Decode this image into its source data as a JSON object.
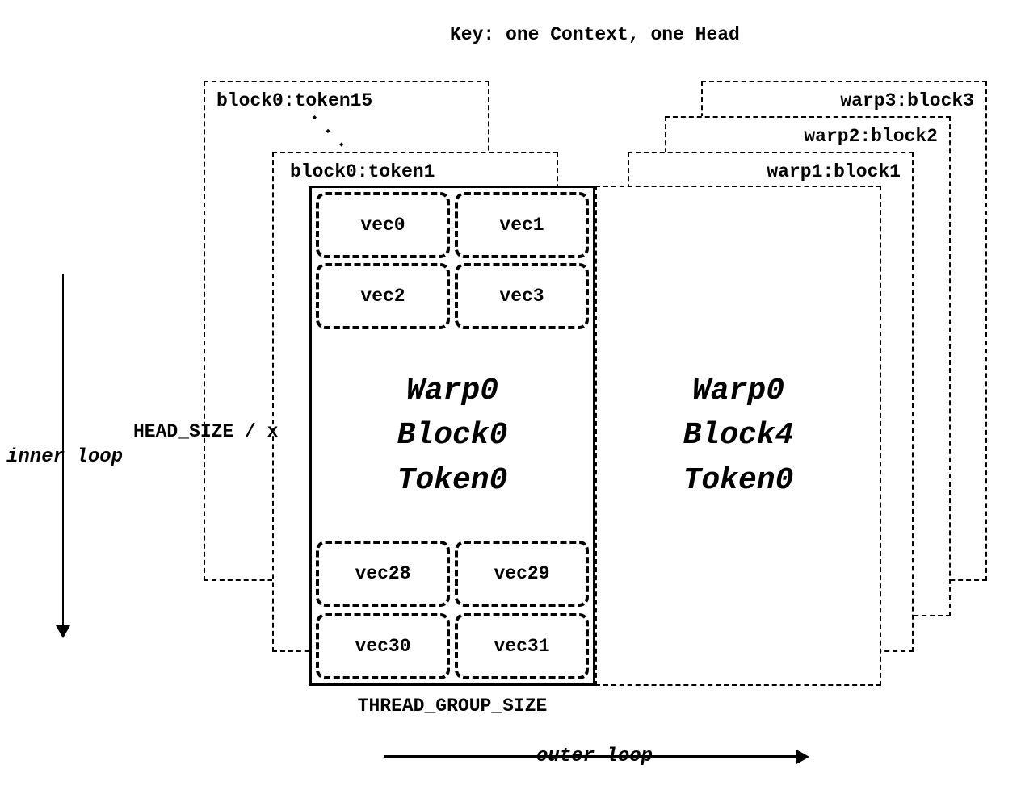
{
  "title": "Key: one Context, one Head",
  "ink_color": "#000000",
  "token_stack": {
    "token15": "block0:token15",
    "ellipsis": "...",
    "token1": "block0:token1"
  },
  "warp_stack": {
    "warp3": "warp3:block3",
    "warp2": "warp2:block2",
    "warp1": "warp1:block1"
  },
  "main_block": {
    "vec0": "vec0",
    "vec1": "vec1",
    "vec2": "vec2",
    "vec3": "vec3",
    "line1": "Warp0",
    "line2": "Block0",
    "line3": "Token0",
    "vec28": "vec28",
    "vec29": "vec29",
    "vec30": "vec30",
    "vec31": "vec31"
  },
  "right_block": {
    "line1": "Warp0",
    "line2": "Block4",
    "line3": "Token0"
  },
  "labels": {
    "head_size": "HEAD_SIZE / x",
    "thread_group_size": "THREAD_GROUP_SIZE",
    "inner_loop": "inner loop",
    "outer_loop": "outer loop"
  }
}
